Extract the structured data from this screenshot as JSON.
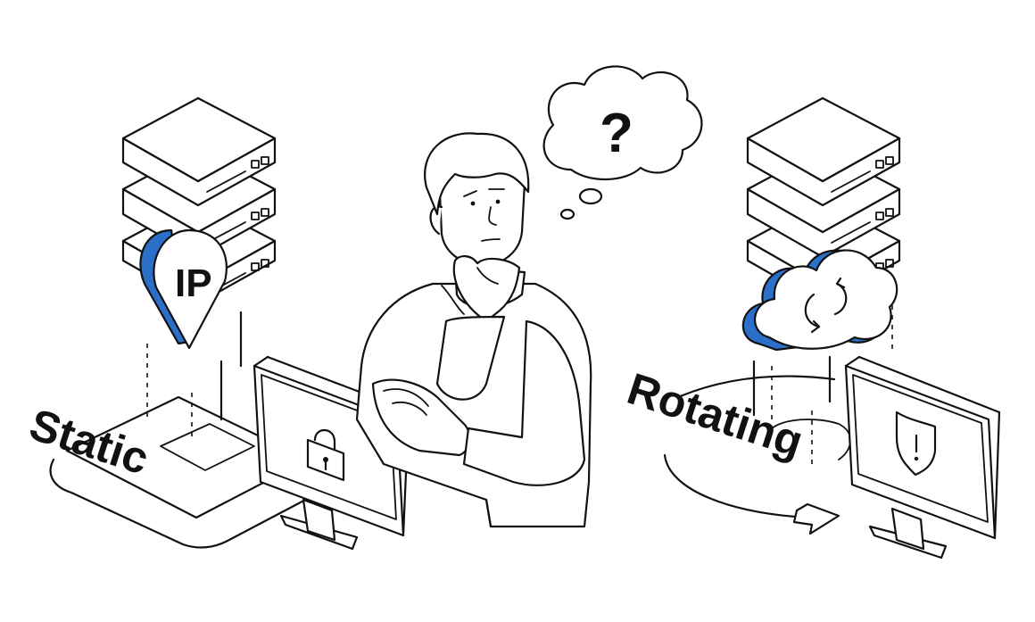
{
  "colors": {
    "accent": "#2b6fc9",
    "ink": "#111111",
    "background": "#ffffff"
  },
  "labels": {
    "static": "Static",
    "rotating": "Rotating",
    "ip_badge": "IP",
    "thought": "?"
  },
  "icons": {
    "left_server": "server-stack-icon",
    "right_server": "server-stack-icon",
    "ip_pin": "location-pin-icon",
    "cloud": "cloud-refresh-icon",
    "lock": "padlock-icon",
    "shield": "shield-alert-icon",
    "person": "thinking-person",
    "thought_bubble": "thought-bubble-icon"
  }
}
